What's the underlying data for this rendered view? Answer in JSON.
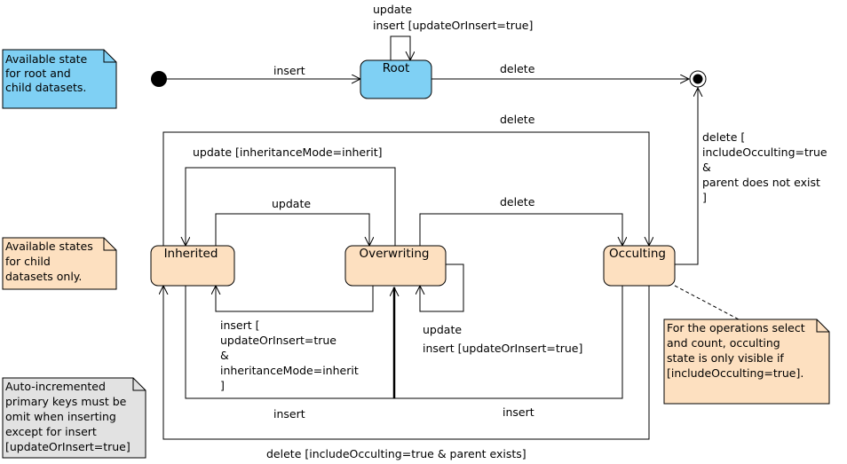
{
  "colors": {
    "root_fill": "#7fd0f4",
    "child_fill": "#fde0c0",
    "note_blue": "#7fd0f4",
    "note_orange": "#fde0c0",
    "note_gray": "#e2e2e2",
    "stroke": "#000000"
  },
  "states": {
    "root": "Root",
    "inherited": "Inherited",
    "overwriting": "Overwriting",
    "occulting": "Occulting"
  },
  "notes": {
    "root_note": [
      "Available state",
      "for root and",
      "child datasets."
    ],
    "child_note": [
      "Available states",
      "for child",
      "datasets only."
    ],
    "autoinc_note": [
      "Auto-incremented",
      "primary keys must be",
      "omit when inserting",
      "except for insert",
      "[updateOrInsert=true]"
    ],
    "occulting_note": [
      "For the operations select",
      "and count, occulting",
      "state is only visible if",
      "[includeOcculting=true]."
    ]
  },
  "transitions": {
    "root_self": [
      "update",
      "insert [updateOrInsert=true]"
    ],
    "initial_insert": "insert",
    "root_delete": "delete",
    "outer_delete": "delete",
    "occulting_final": [
      "delete [",
      "includeOcculting=true",
      "&",
      "parent does not exist",
      "]"
    ],
    "overwriting_to_inherited": "update [inheritanceMode=inherit]",
    "inherited_to_overwriting": "update",
    "overwriting_to_occulting": "delete",
    "insert_to_inherited": [
      "insert [",
      "updateOrInsert=true",
      "&",
      "inheritanceMode=inherit",
      "]"
    ],
    "overwriting_self": [
      "update",
      "insert [updateOrInsert=true]"
    ],
    "insert_left": "insert",
    "insert_right": "insert",
    "bottom_delete": "delete [includeOcculting=true  &  parent exists]"
  }
}
